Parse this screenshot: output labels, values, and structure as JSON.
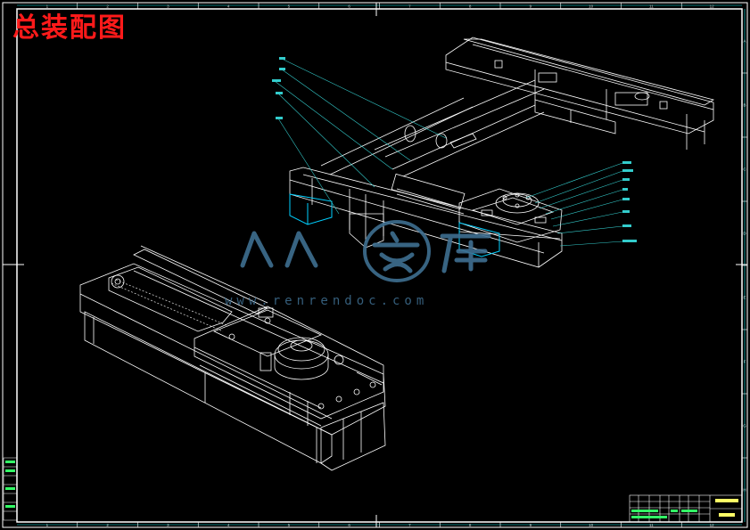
{
  "drawing": {
    "title": "总装配图",
    "frame_color": "#ffffff",
    "border_color": "#00e5e5",
    "title_color": "#ff1a1a",
    "line_color": "#ffffff",
    "leader_color": "#33cccc",
    "highlight_color": "#00d0ff"
  },
  "zones": {
    "columns": [
      "1",
      "2",
      "3",
      "4",
      "5",
      "6",
      "7",
      "8",
      "9",
      "10",
      "11",
      "12"
    ],
    "rows": [
      "A",
      "B",
      "C",
      "D",
      "E",
      "F",
      "G",
      "H"
    ]
  },
  "watermark": {
    "logo_text": "人人文库",
    "url": "www.renrendoc.com",
    "color": "#3f6f91"
  },
  "title_block": {
    "name_cell": "",
    "scale_cell": ""
  }
}
